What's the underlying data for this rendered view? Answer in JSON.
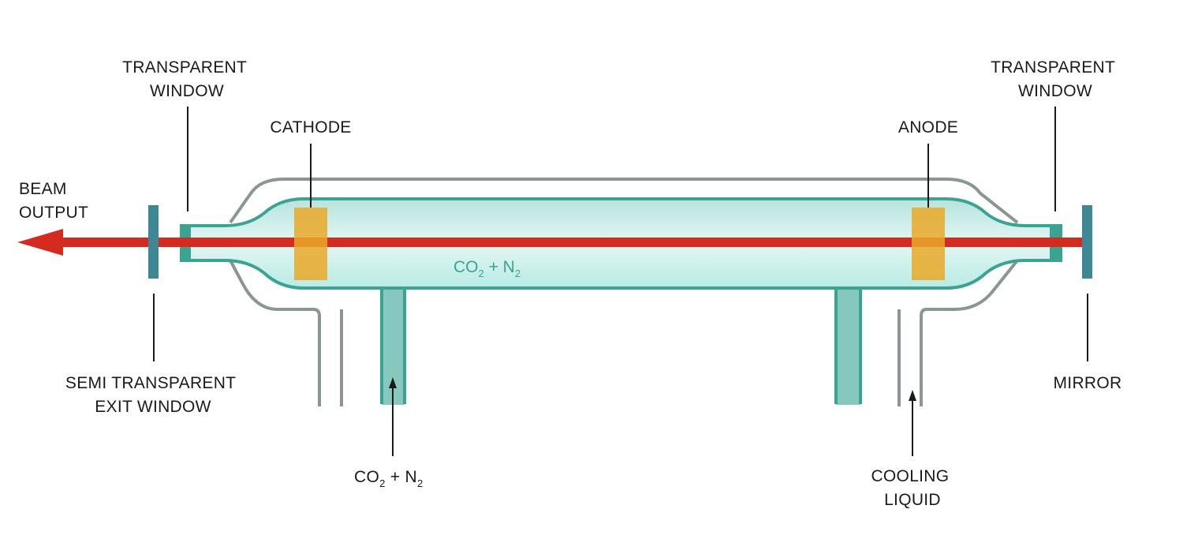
{
  "labels": {
    "beam_output": [
      "BEAM",
      "OUTPUT"
    ],
    "left_window": [
      "TRANSPARENT",
      "WINDOW"
    ],
    "right_window": [
      "TRANSPARENT",
      "WINDOW"
    ],
    "cathode": "CATHODE",
    "anode": "ANODE",
    "exit_window": [
      "SEMI TRANSPARENT",
      "EXIT WINDOW"
    ],
    "mirror": "MIRROR",
    "cooling": [
      "COOLING",
      "LIQUID"
    ]
  },
  "gas_formula": {
    "a": "CO",
    "a_sub": "2",
    "plus": " + N",
    "b_sub": "2"
  },
  "colors": {
    "beam": "#d42a1f",
    "tube_stroke": "#3aa391",
    "tube_fill": "#c9ece8",
    "jacket": "#8a9693",
    "electrode": "#e9a928",
    "window_plate": "#3f8794",
    "pipe_fill": "#86c8bd",
    "text": "#1a1a1a"
  }
}
